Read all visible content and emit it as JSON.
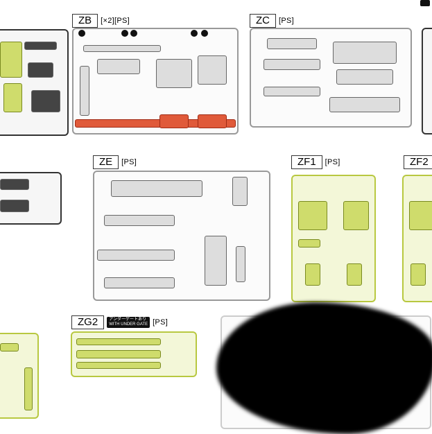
{
  "labels": {
    "zb": {
      "name": "ZB",
      "tag": "[×2][PS]"
    },
    "zc": {
      "name": "ZC",
      "tag": "[PS]"
    },
    "ze": {
      "name": "ZE",
      "tag": "[PS]"
    },
    "zf1": {
      "name": "ZF1",
      "tag": "[PS]"
    },
    "zf2": {
      "name": "ZF2",
      "tag": ""
    },
    "zg2": {
      "name": "ZG2",
      "tag": "[PS]",
      "gate_line1": "アンダーゲートあり",
      "gate_line2": "WITH UNDER GATE"
    }
  }
}
